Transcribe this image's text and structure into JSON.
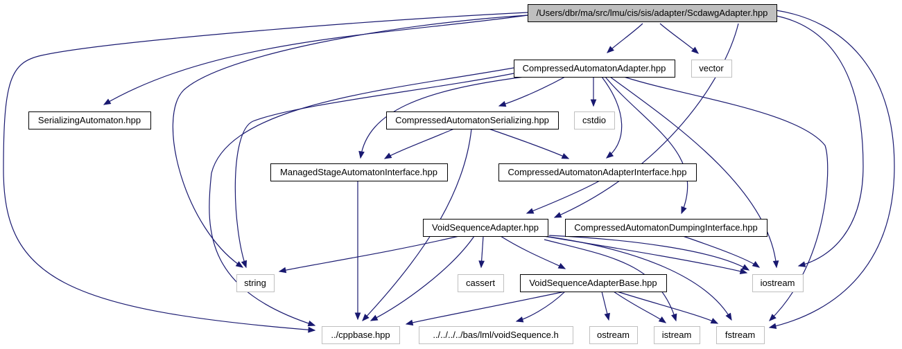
{
  "colors": {
    "edge": "#191970",
    "root_fill": "#bfbfbf",
    "file_border": "#000000",
    "system_border": "#bfbfbf",
    "background": "#ffffff"
  },
  "graph": {
    "nodes": [
      {
        "id": "root",
        "label": "/Users/dbr/ma/src/lmu/cis/sis/adapter/ScdawgAdapter.hpp",
        "kind": "root"
      },
      {
        "id": "caa",
        "label": "CompressedAutomatonAdapter.hpp",
        "kind": "file"
      },
      {
        "id": "vector",
        "label": "vector",
        "kind": "system"
      },
      {
        "id": "sa",
        "label": "SerializingAutomaton.hpp",
        "kind": "file"
      },
      {
        "id": "cas",
        "label": "CompressedAutomatonSerializing.hpp",
        "kind": "file"
      },
      {
        "id": "cstdio",
        "label": "cstdio",
        "kind": "system"
      },
      {
        "id": "msai",
        "label": "ManagedStageAutomatonInterface.hpp",
        "kind": "file"
      },
      {
        "id": "caai",
        "label": "CompressedAutomatonAdapterInterface.hpp",
        "kind": "file"
      },
      {
        "id": "vsa",
        "label": "VoidSequenceAdapter.hpp",
        "kind": "file"
      },
      {
        "id": "cadi",
        "label": "CompressedAutomatonDumpingInterface.hpp",
        "kind": "file"
      },
      {
        "id": "string",
        "label": "string",
        "kind": "system"
      },
      {
        "id": "cassert",
        "label": "cassert",
        "kind": "system"
      },
      {
        "id": "vsab",
        "label": "VoidSequenceAdapterBase.hpp",
        "kind": "file"
      },
      {
        "id": "iostream",
        "label": "iostream",
        "kind": "system"
      },
      {
        "id": "cppbase",
        "label": "../cppbase.hpp",
        "kind": "system"
      },
      {
        "id": "voidseq",
        "label": "../../../../bas/lml/voidSequence.h",
        "kind": "system"
      },
      {
        "id": "ostream",
        "label": "ostream",
        "kind": "system"
      },
      {
        "id": "istream",
        "label": "istream",
        "kind": "system"
      },
      {
        "id": "fstream",
        "label": "fstream",
        "kind": "system"
      }
    ]
  }
}
